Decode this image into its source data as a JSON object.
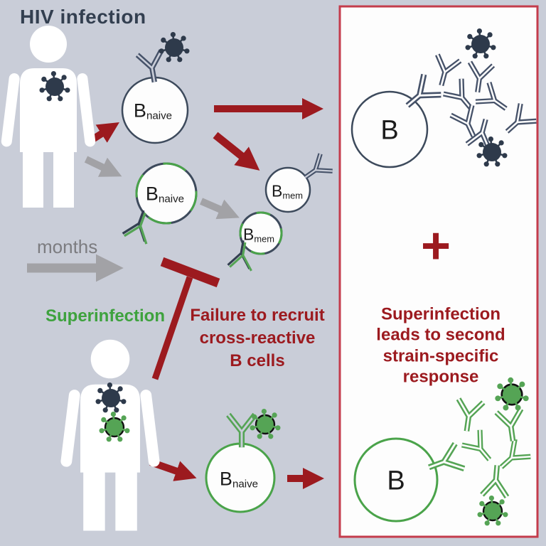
{
  "title": "HIV infection",
  "timeline_label": "months",
  "superinfection_label": "Superinfection",
  "failure_note": {
    "line1": "Failure to recruit",
    "line2": "cross-reactive",
    "line3": "B cells"
  },
  "result_panel": {
    "plus_sign": "+",
    "note": {
      "line1": "Superinfection",
      "line2": "leads to second",
      "line3": "strain-specific",
      "line4": "response"
    }
  },
  "cell_labels": {
    "b": "B",
    "naive_sub": "naive",
    "mem_sub": "mem"
  },
  "colors": {
    "background": "#c9cdd8",
    "panel_background": "#fdfdfd",
    "panel_border": "#c43c4c",
    "dark_red": "#9c1a1f",
    "navy": "#333f50",
    "navy_antibody": "#465269",
    "dark_virus": "#2e3a4b",
    "green": "#3ea23e",
    "green_shape": "#55a455",
    "gray_arrow": "#a2a2a6",
    "gray_text": "#7c7c80"
  },
  "icons": {
    "dark_virus": "spiked-virus-dark-icon",
    "green_virus": "spiked-virus-green-icon",
    "antibody": "y-antibody-icon",
    "cross_reactive_antibody": "dual-color-y-antibody-icon",
    "person": "human-silhouette-icon",
    "inhibition": "t-bar-inhibition-icon",
    "arrow": "arrow-icon"
  }
}
